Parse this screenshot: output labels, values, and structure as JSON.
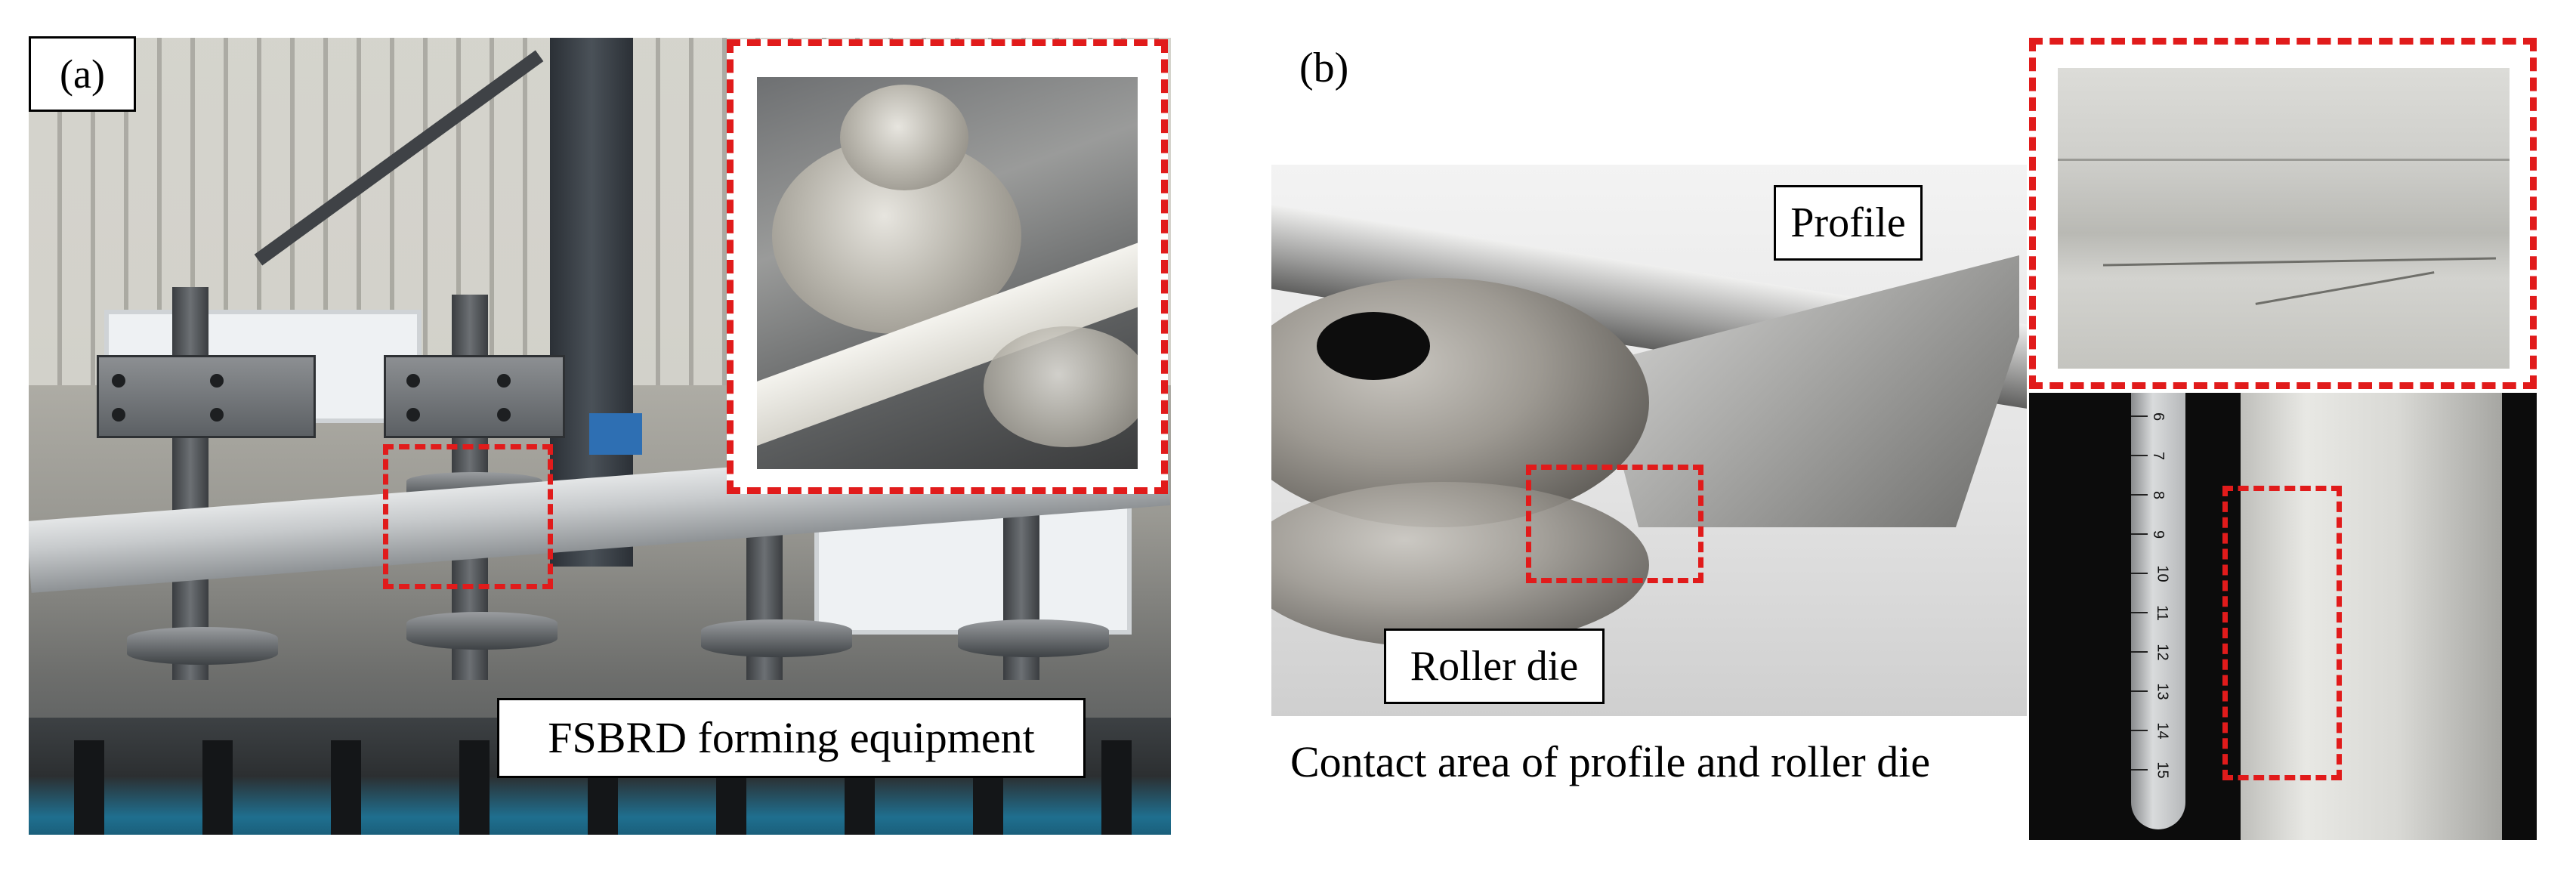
{
  "panel_a": {
    "label": "(a)",
    "caption": "FSBRD forming equipment"
  },
  "panel_b": {
    "label": "(b)",
    "profile_label": "Profile",
    "roller_label": "Roller die",
    "caption": "Contact area of profile and roller die",
    "ruler_numbers": [
      "6",
      "7",
      "8",
      "9",
      "10",
      "11",
      "12",
      "13",
      "14",
      "15"
    ]
  },
  "colors": {
    "highlight_dash": "#e11b1b",
    "sign_blue": "#2e6fb3"
  }
}
